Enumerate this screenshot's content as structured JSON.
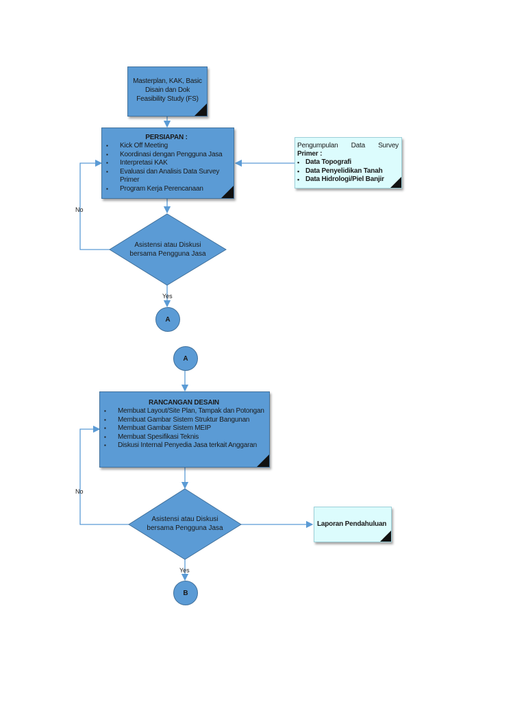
{
  "masterplan": {
    "lines": [
      "Masterplan, KAK, Basic",
      "Disain dan Dok",
      "Feasibility Study (FS)"
    ]
  },
  "persiapan": {
    "title": "PERSIAPAN :",
    "items": [
      "Kick Off Meeting",
      "Koordinasi dengan Pengguna Jasa",
      "Interpretasi KAK",
      "Evaluasi dan Analisis Data Survey Primer",
      "Program Kerja Perencanaan"
    ]
  },
  "pengumpulan": {
    "title_left": "Pengumpulan",
    "title_mid": "Data",
    "title_right": "Survey",
    "title_line2": "Primer :",
    "items": [
      "Data Topografi",
      "Data Penyelidikan Tanah",
      "Data Hidrologi/Piel Banjir"
    ]
  },
  "decision1": {
    "lines": [
      "Asistensi atau Diskusi",
      "bersama Pengguna Jasa"
    ],
    "no": "No",
    "yes": "Yes"
  },
  "connector_a1": "A",
  "connector_a2": "A",
  "rancangan": {
    "title": "RANCANGAN DESAIN",
    "items": [
      "Membuat Layout/Site Plan, Tampak dan Potongan",
      "Membuat Gambar Sistem Struktur Bangunan",
      "Membuat Gambar Sistem MEIP",
      "Membuat Spesifikasi Teknis",
      "Diskusi Internal Penyedia Jasa terkait Anggaran"
    ]
  },
  "decision2": {
    "lines": [
      "Asistensi atau Diskusi",
      "bersama Pengguna Jasa"
    ],
    "no": "No",
    "yes": "Yes"
  },
  "laporan": "Laporan Pendahuluan",
  "connector_b": "B",
  "colors": {
    "node_fill": "#5b9bd5",
    "node_border": "#41719c",
    "light_fill": "#dcfcfd",
    "arrow": "#5b9bd5"
  }
}
